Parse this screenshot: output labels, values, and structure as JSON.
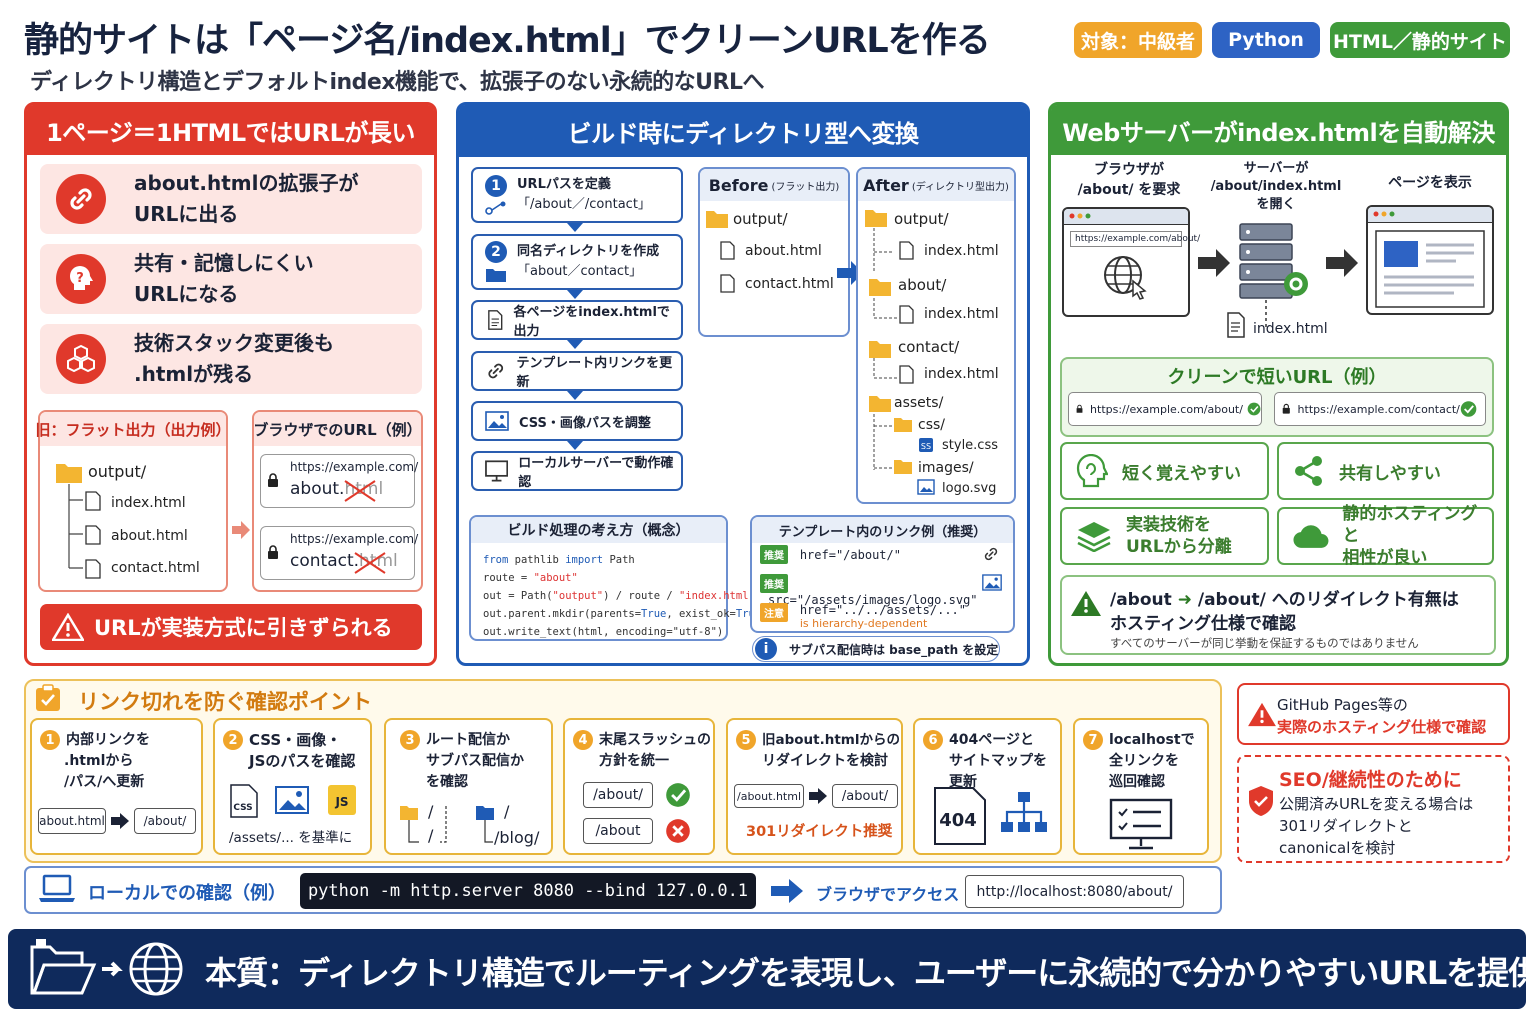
{
  "header": {
    "title": "静的サイトは「ページ名/index.html」でクリーンURLを作る",
    "subtitle": "ディレクトリ構造とデフォルトindex機能で、拡張子のない永続的なURLへ",
    "tags": [
      "対象：中級者",
      "Python",
      "HTML／静的サイト"
    ]
  },
  "colors": {
    "red": "#e0392b",
    "blue": "#1f5bb5",
    "green": "#3f9a3a",
    "orange": "#f0a52a",
    "navy": "#0f2a5c"
  },
  "left": {
    "title": "1ページ＝1HTMLではURLが長い",
    "problems": [
      {
        "icon": "link-icon",
        "text": [
          "about.htmlの拡張子が",
          "URLに出る"
        ]
      },
      {
        "icon": "head-question-icon",
        "text": [
          "共有・記憶しにくい",
          "URLになる"
        ]
      },
      {
        "icon": "cubes-icon",
        "text": [
          "技術スタック変更後も",
          ".htmlが残る"
        ]
      }
    ],
    "old_title": "旧：フラット出力（出力例）",
    "old_tree": [
      "output/",
      "index.html",
      "about.html",
      "contact.html"
    ],
    "browser_title": "ブラウザでのURL（例）",
    "browser_urls": [
      {
        "prefix": "https://example.com/",
        "page": "about.",
        "ext": "html"
      },
      {
        "prefix": "https://example.com/",
        "page": "contact.",
        "ext": "html"
      }
    ],
    "warning": "URLが実装方式に引きずられる"
  },
  "middle": {
    "title": "ビルド時にディレクトリ型へ変換",
    "steps": [
      {
        "num": "1",
        "text": "URLパスを定義",
        "sub": "「/about／/contact」"
      },
      {
        "num": "2",
        "text": "同名ディレクトリを作成",
        "sub": "「about／contact」"
      },
      {
        "text": "各ページをindex.htmlで出力"
      },
      {
        "text": "テンプレート内リンクを更新"
      },
      {
        "text": "CSS・画像パスを調整"
      },
      {
        "text": "ローカルサーバーで動作確認"
      }
    ],
    "before_title": "Before",
    "before_note": "(フラット出力)",
    "before_tree": [
      "output/",
      "about.html",
      "contact.html"
    ],
    "after_title": "After",
    "after_note": "(ディレクトリ型出力)",
    "after_tree": [
      "output/",
      "index.html",
      "about/",
      "index.html",
      "contact/",
      "index.html",
      "assets/",
      "css/",
      "style.css",
      "images/",
      "logo.svg"
    ],
    "code_title": "ビルド処理の考え方（概念）",
    "code": {
      "l1a": "from",
      "l1b": " pathlib ",
      "l1c": "import",
      "l1d": " Path",
      "l2a": "route = ",
      "l2b": "\"about\"",
      "l3a": "out = Path(",
      "l3b": "\"output\"",
      "l3c": ") / route / ",
      "l3d": "\"index.html\"",
      "l4a": "out.parent.mkdir(parents=",
      "l4b": "True",
      "l4c": ", exist_ok=",
      "l4d": "True",
      "l4e": ")",
      "l5": "out.write_text(html, encoding=\"utf-8\")"
    },
    "links_title": "テンプレート内のリンク例（推奨）",
    "links": [
      {
        "badge": "推奨",
        "code": "href=\"/about/\""
      },
      {
        "badge": "推奨",
        "code": "src=\"/assets/images/logo.svg\""
      },
      {
        "badge": "注意",
        "code": "href=\"../../assets/...\"",
        "note": "is hierarchy-dependent"
      }
    ],
    "subpath_note": "サブパス配信時は base_path を設定"
  },
  "right": {
    "title": "Webサーバーがindex.htmlを自動解決",
    "flow": [
      [
        "ブラウザが",
        "/about/ を要求"
      ],
      [
        "サーバーが",
        "/about/index.html",
        "を開く"
      ],
      [
        "ページを表示"
      ]
    ],
    "browser_url": "https://example.com/about/",
    "server_file": "index.html",
    "clean_title": "クリーンで短いURL（例）",
    "clean_urls": [
      "https://example.com/about/",
      "https://example.com/contact/"
    ],
    "features": [
      {
        "icon": "brain-icon",
        "text": [
          "短く覚えやすい"
        ]
      },
      {
        "icon": "share-icon",
        "text": [
          "共有しやすい"
        ]
      },
      {
        "icon": "layers-icon",
        "text": [
          "実装技術を",
          "URLから分離"
        ]
      },
      {
        "icon": "cloud-icon",
        "text": [
          "静的ホスティングと",
          "相性が良い"
        ]
      }
    ],
    "redirect_text1a": "/about",
    "redirect_text1b": "/about/ へのリダイレクト有無は",
    "redirect_text2": "ホスティング仕様で確認",
    "redirect_note": "すべてのサーバーが同じ挙動を保証するものではありません"
  },
  "checks": {
    "title": "リンク切れを防ぐ確認ポイント",
    "items": [
      {
        "num": "1",
        "text": [
          "内部リンクを",
          ".htmlから",
          "/パス/へ更新"
        ],
        "from": "about.html",
        "to": "/about/"
      },
      {
        "num": "2",
        "text": [
          "CSS・画像・",
          "JSのパスを確認"
        ],
        "note": "/assets/... を基準に",
        "css": "CSS",
        "js": "JS"
      },
      {
        "num": "3",
        "text": [
          "ルート配信か",
          "サブパス配信か",
          "を確認"
        ],
        "a": "/",
        "b": "/",
        "c": "/",
        "d": "/blog/"
      },
      {
        "num": "4",
        "text": [
          "末尾スラッシュの",
          "方針を統一"
        ],
        "good": "/about/",
        "bad": "/about"
      },
      {
        "num": "5",
        "text": [
          "旧about.htmlからの",
          "リダイレクトを検討"
        ],
        "from": "/about.html",
        "to": "/about/",
        "note": "301リダイレクト推奨"
      },
      {
        "num": "6",
        "text": [
          "404ページと",
          "サイトマップを更新"
        ],
        "code404": "404"
      },
      {
        "num": "7",
        "text": [
          "localhostで",
          "全リンクを",
          "巡回確認"
        ]
      }
    ]
  },
  "side": {
    "github": [
      "GitHub Pages等の",
      "実際のホスティング仕様で確認"
    ],
    "seo_title": "SEO/継続性のために",
    "seo_text": [
      "公開済みURLを変える場合は",
      "301リダイレクトと",
      "canonicalを検討"
    ]
  },
  "local": {
    "label": "ローカルでの確認（例）",
    "command": "python -m http.server 8080 --bind 127.0.0.1",
    "arrow_label": "ブラウザでアクセス",
    "url": "http://localhost:8080/about/"
  },
  "footer": {
    "text": "本質：ディレクトリ構造でルーティングを表現し、ユーザーに永続的で分かりやすいURLを提供する"
  }
}
